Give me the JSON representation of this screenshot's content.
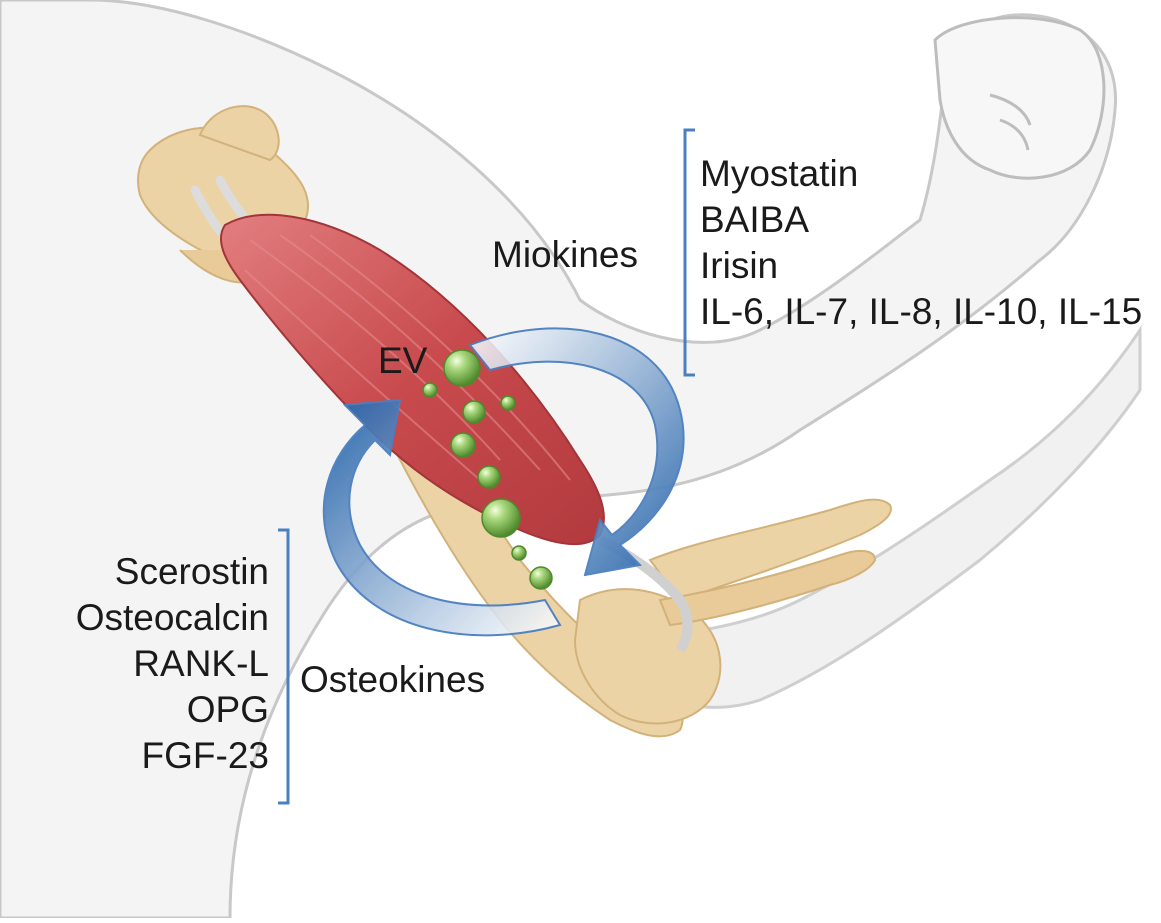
{
  "labels": {
    "miokines": "Miokines",
    "osteokines": "Osteokines",
    "ev": "EV"
  },
  "miokines_list": [
    "Myostatin",
    "BAIBA",
    "Irisin",
    "IL-6, IL-7, IL-8, IL-10, IL-15"
  ],
  "osteokines_list": [
    "Scerostin",
    "Osteocalcin",
    "RANK-L",
    "OPG",
    "FGF-23"
  ],
  "colors": {
    "bracket": "#4a7fc0",
    "arrow_dark": "#1f5fa8",
    "arrow_light": "#b9cfe6",
    "muscle": "#c84a4d",
    "bone": "#ecd3a6",
    "skin": "#f1f1f1",
    "vesicle": "#8fc060"
  }
}
